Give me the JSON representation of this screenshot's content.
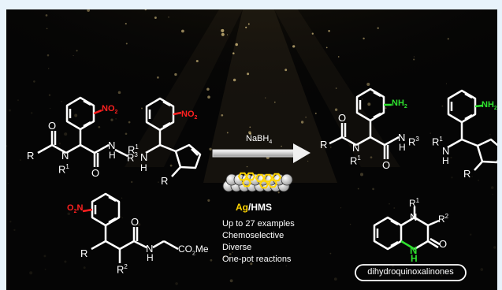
{
  "colors": {
    "background": "#050505",
    "page_border": "#e8f3fb",
    "bond": "#ffffff",
    "nitro": "#ff2020",
    "amine": "#2ee02e",
    "nh_ring": "#2ee02e",
    "catalyst_gold": "#ffd400",
    "catalyst_label": "#ffd400"
  },
  "reagent": {
    "reductant": "NaBH",
    "reductant_sub": "4",
    "catalyst_metal": "Ag",
    "catalyst_slash": "/",
    "catalyst_support": "HMS"
  },
  "features": [
    "Up to 27 examples",
    "Chemoselective",
    "Diverse",
    "One-pot reactions"
  ],
  "product_class": "dihydroquinoxalinones",
  "groups": {
    "nitro_1": "NO",
    "nitro_2": "NO",
    "nitro_3_left": "O",
    "nitro_3_right": "N",
    "nitro_sub": "2",
    "amine": "NH",
    "amine_sub": "2",
    "ester": "CO",
    "ester_sub": "2",
    "ester_me": "Me",
    "hydrogen": "H",
    "nitrogen": "N",
    "r": "R",
    "sup_1": "1",
    "sup_2": "2",
    "sup_3": "3"
  },
  "icons": [
    "reaction-arrow-icon",
    "catalyst-nanoparticle-icon",
    "sparkle-light-icon"
  ]
}
